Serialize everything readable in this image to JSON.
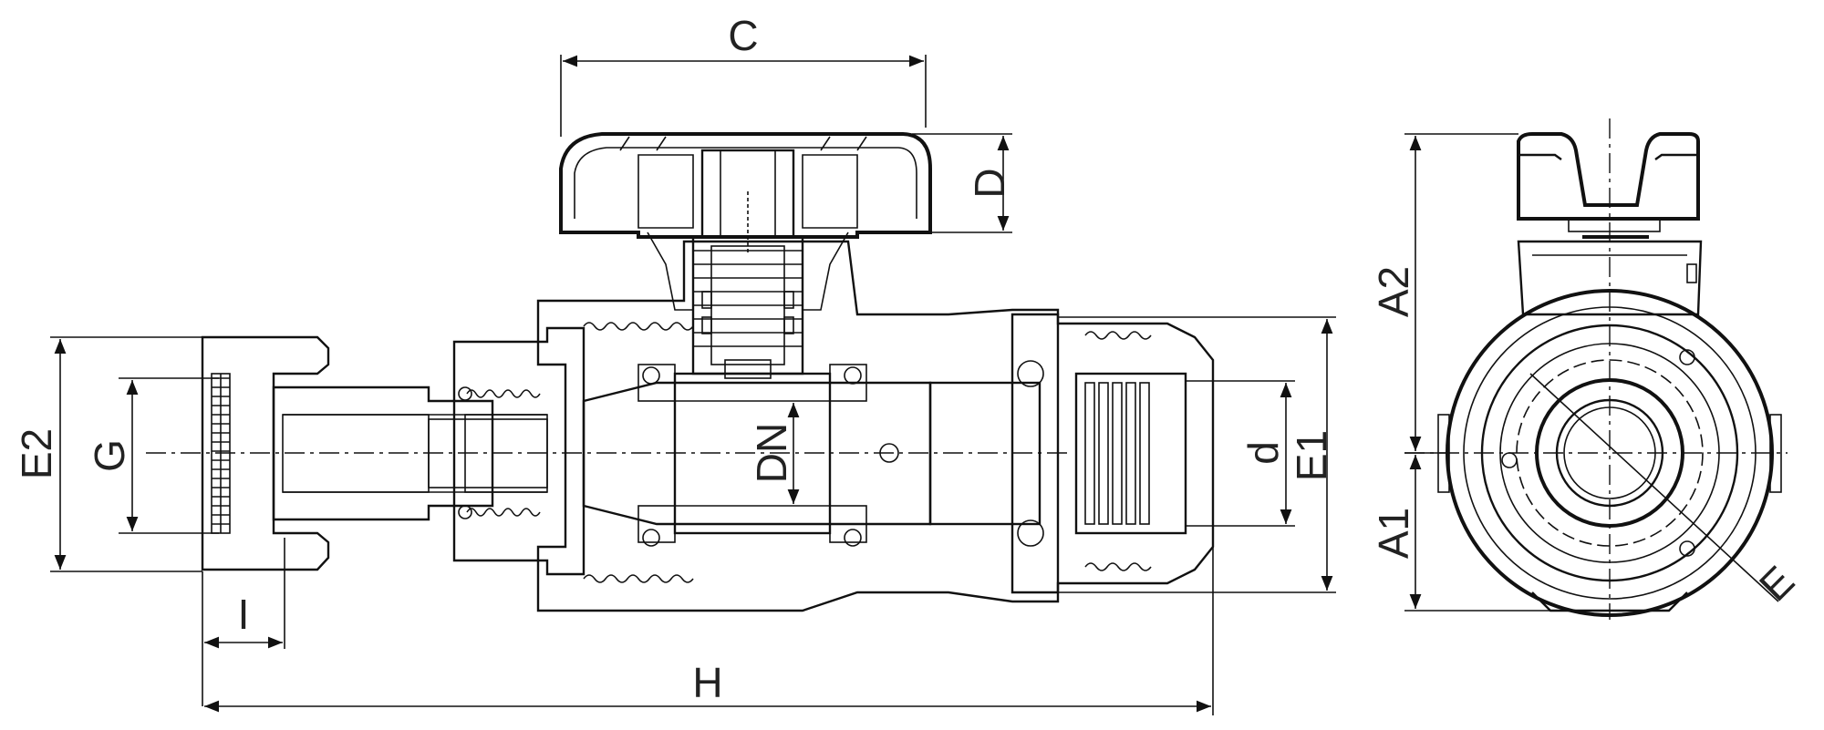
{
  "colors": {
    "line": "#111111",
    "background": "#ffffff",
    "hatch": "#333333"
  },
  "dimensions": {
    "C": "C",
    "D": "D",
    "E2": "E2",
    "G": "G",
    "DN": "DN",
    "d": "d",
    "E1": "E1",
    "I": "I",
    "H": "H",
    "A2": "A2",
    "A1": "A1",
    "E": "E"
  }
}
